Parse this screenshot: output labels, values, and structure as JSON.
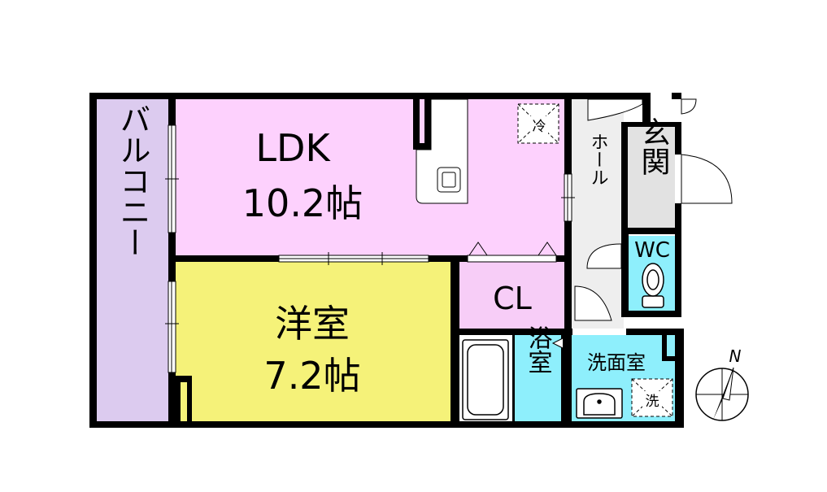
{
  "plan": {
    "balcony": "バルコニー",
    "ldk_name": "LDK",
    "ldk_size": "10.2帖",
    "western_name": "洋室",
    "western_size": "7.2帖",
    "closet": "CL",
    "hall": "ホール",
    "entrance": "玄関",
    "toilet": "WC",
    "bath": "浴室",
    "washroom": "洗面室",
    "fridge_mark": "冷",
    "washer_mark": "洗",
    "north": "N"
  },
  "colors": {
    "balcony": "#dccbef",
    "ldk": "#fdd1fd",
    "western": "#f5f279",
    "closet": "#f7cdf7",
    "hall": "#eeeeee",
    "entrance": "#e2e2e2",
    "water": "#8eeffc",
    "wall": "#000000"
  }
}
